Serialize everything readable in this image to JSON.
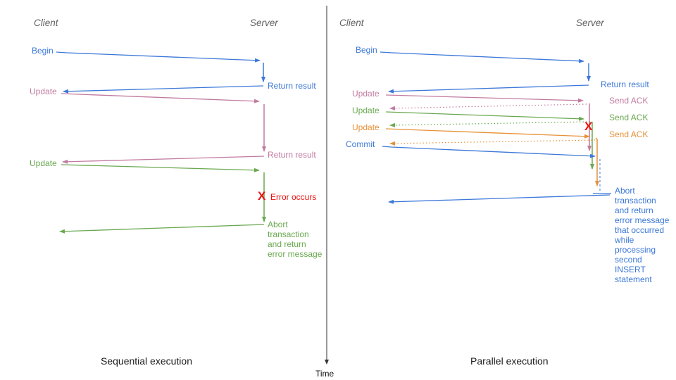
{
  "colors": {
    "blue": "#3c78d8",
    "pink": "#c27ba0",
    "green": "#6aa84f",
    "orange": "#e69138",
    "error_red": "#ee1111",
    "header_gray": "#5f5f5f",
    "axis_black": "#333333"
  },
  "time_axis_label": "Time",
  "left": {
    "title": "Sequential execution",
    "client": "Client",
    "server": "Server",
    "messages": {
      "begin": "Begin",
      "return_result_1": "Return result",
      "update_1": "Update",
      "return_result_2": "Return result",
      "update_2": "Update",
      "error_marker": "X",
      "error_label": "Error occurs",
      "abort_label": "Abort\ntransaction\nand return\nerror message"
    }
  },
  "right": {
    "title": "Parallel execution",
    "client": "Client",
    "server": "Server",
    "messages": {
      "begin": "Begin",
      "return_result": "Return result",
      "update_1": "Update",
      "send_ack_1": "Send ACK",
      "update_2": "Update",
      "send_ack_2": "Send ACK",
      "update_3": "Update",
      "send_ack_3": "Send ACK",
      "commit": "Commit",
      "error_marker": "X",
      "abort_label": "Abort\ntransaction\nand return\nerror message\nthat occurred\nwhile\nprocessing\nsecond\nINSERT\nstatement"
    }
  }
}
